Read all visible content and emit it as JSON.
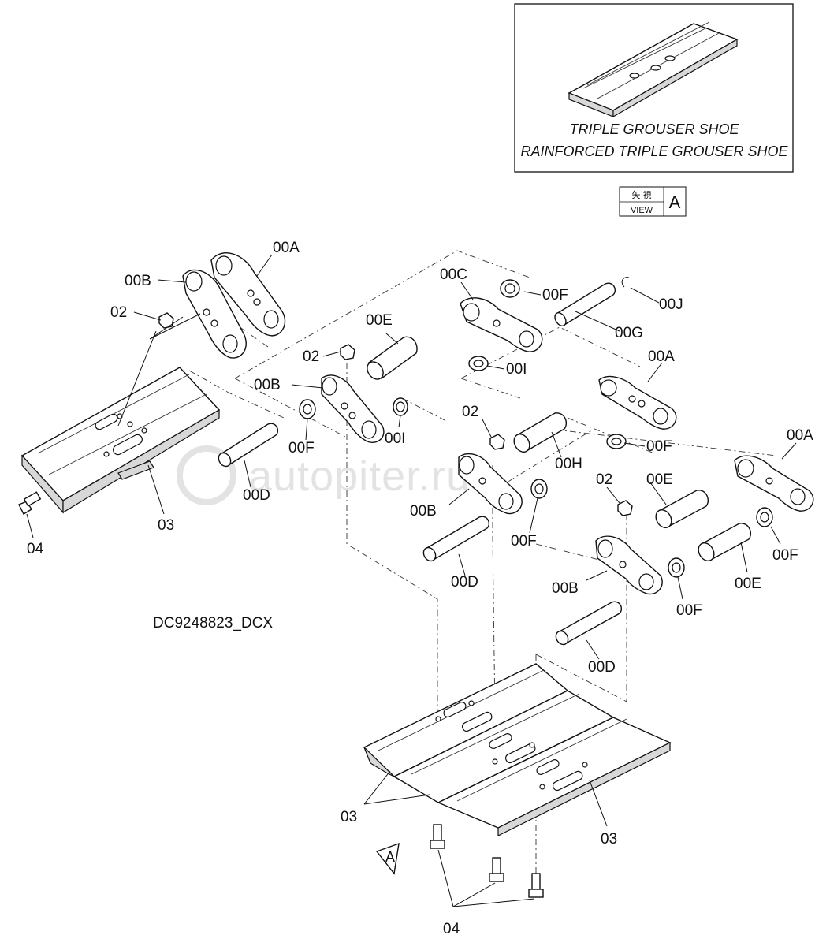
{
  "inset": {
    "line1": "TRIPLE GROUSER SHOE",
    "line2": "RAINFORCED TRIPLE GROUSER SHOE"
  },
  "view_marker": {
    "jp": "矢 視",
    "en": "VIEW",
    "letter": "A"
  },
  "document_id": "DC9248823_DCX",
  "watermark": "autopiter.ru",
  "view_arrow_letter": "A",
  "callouts": {
    "a00A_1": "00A",
    "a00A_2": "00A",
    "a00A_3": "00A",
    "b00B_1": "00B",
    "b00B_2": "00B",
    "b00B_3": "00B",
    "b00B_4": "00B",
    "c00C": "00C",
    "d00D_1": "00D",
    "d00D_2": "00D",
    "d00D_3": "00D",
    "e00E_1": "00E",
    "e00E_2": "00E",
    "e00E_3": "00E",
    "f00F_1": "00F",
    "f00F_2": "00F",
    "f00F_3": "00F",
    "f00F_4": "00F",
    "f00F_5": "00F",
    "f00F_6": "00F",
    "g00G": "00G",
    "h00H": "00H",
    "i00I_1": "00I",
    "i00I_2": "00I",
    "j00J": "00J",
    "n02_1": "02",
    "n02_2": "02",
    "n02_3": "02",
    "n02_4": "02",
    "n03_1": "03",
    "n03_2": "03",
    "n03_3": "03",
    "n04_1": "04",
    "n04_2": "04"
  }
}
